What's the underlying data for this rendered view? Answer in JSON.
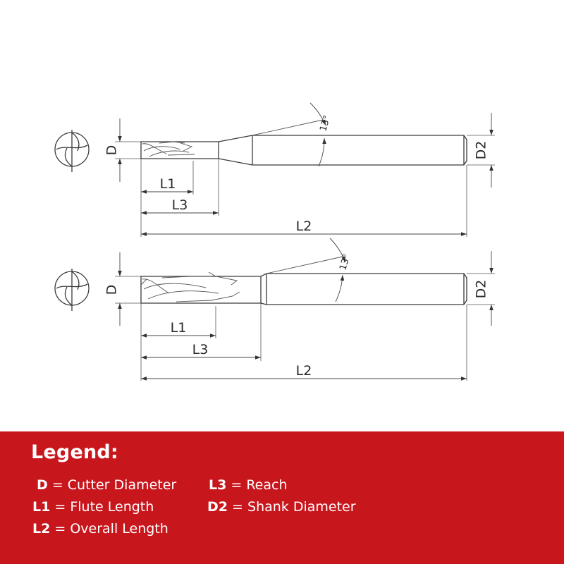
{
  "diagram": {
    "top_tool": {
      "labels": {
        "D": "D",
        "L1": "L1",
        "L3": "L3",
        "L2": "L2",
        "D2": "D2",
        "angle": "13°"
      }
    },
    "bottom_tool": {
      "labels": {
        "D": "D",
        "L1": "L1",
        "L3": "L3",
        "L2": "L2",
        "D2": "D2",
        "angle": "13°"
      }
    }
  },
  "legend": {
    "title": "Legend:",
    "entries": [
      {
        "key": "D",
        "text": "= Cutter Diameter"
      },
      {
        "key": "L1",
        "text": "= Flute Length"
      },
      {
        "key": "L2",
        "text": "= Overall Length"
      },
      {
        "key": "L3",
        "text": "= Reach"
      },
      {
        "key": "D2",
        "text": "= Shank Diameter"
      }
    ]
  },
  "colors": {
    "legend_background": "#c8161d",
    "legend_text": "#ffffff",
    "line": "#3a3a3a"
  }
}
